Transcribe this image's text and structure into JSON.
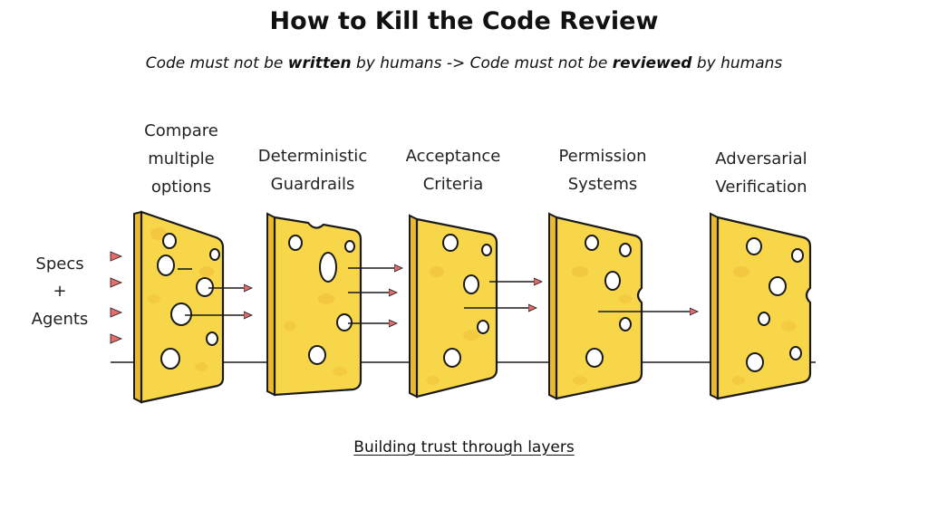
{
  "title": "How to Kill the Code Review",
  "subtitle": {
    "part1": "Code must not be ",
    "bold1": "written",
    "part2": " by humans -> Code must not be ",
    "bold2": "reviewed",
    "part3": " by humans"
  },
  "input_label": [
    "Specs",
    "+",
    "Agents"
  ],
  "layers": [
    {
      "label": [
        "Compare",
        "multiple",
        "options"
      ]
    },
    {
      "label": [
        "Deterministic",
        "Guardrails"
      ]
    },
    {
      "label": [
        "Acceptance",
        "Criteria"
      ]
    },
    {
      "label": [
        "Permission",
        "Systems"
      ]
    },
    {
      "label": [
        "Adversarial",
        "Verification"
      ]
    }
  ],
  "caption": "Building trust through layers",
  "colors": {
    "cheese": "#F7D64A",
    "cheese_side": "#E9B92F",
    "outline": "#1a1a1a",
    "arrow": "#E46C6C",
    "spot": "#F2C13C"
  }
}
